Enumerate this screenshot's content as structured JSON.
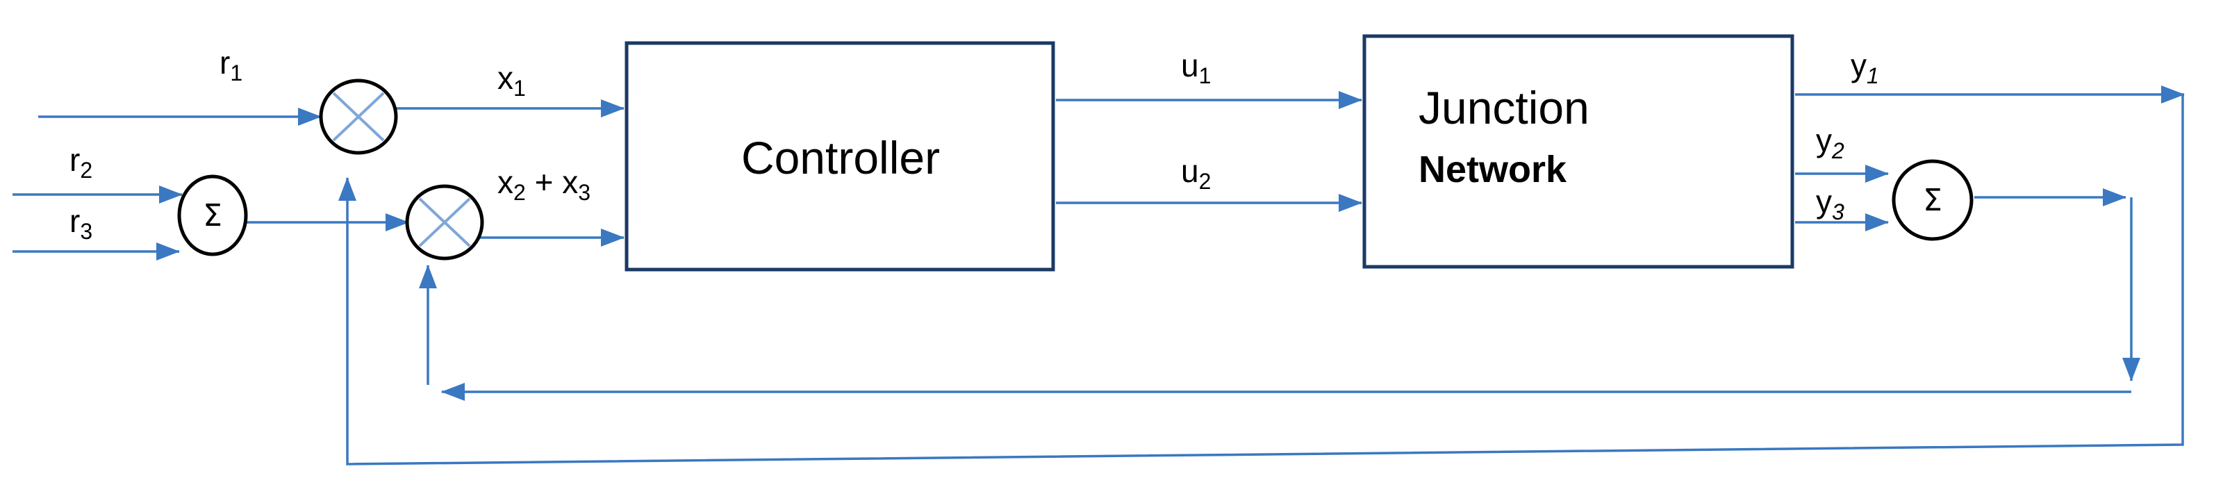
{
  "diagram": {
    "blocks": {
      "controller": "Controller",
      "network_line1": "Junction",
      "network_line2": "Network"
    },
    "junctions": {
      "sum_symbol": "Σ"
    },
    "signals": {
      "r1": {
        "base": "r",
        "sub": "1"
      },
      "r2": {
        "base": "r",
        "sub": "2"
      },
      "r3": {
        "base": "r",
        "sub": "3"
      },
      "x1": {
        "base": "x",
        "sub": "1"
      },
      "x2": {
        "base": "x",
        "sub": "2"
      },
      "plus": " + ",
      "x3": {
        "base": "x",
        "sub": "3"
      },
      "u1": {
        "base": "u",
        "sub": "1"
      },
      "u2": {
        "base": "u",
        "sub": "2"
      },
      "y1": {
        "base": "y",
        "sub": "1"
      },
      "y2": {
        "base": "y",
        "sub": "2"
      },
      "y3": {
        "base": "y",
        "sub": "3"
      }
    }
  }
}
